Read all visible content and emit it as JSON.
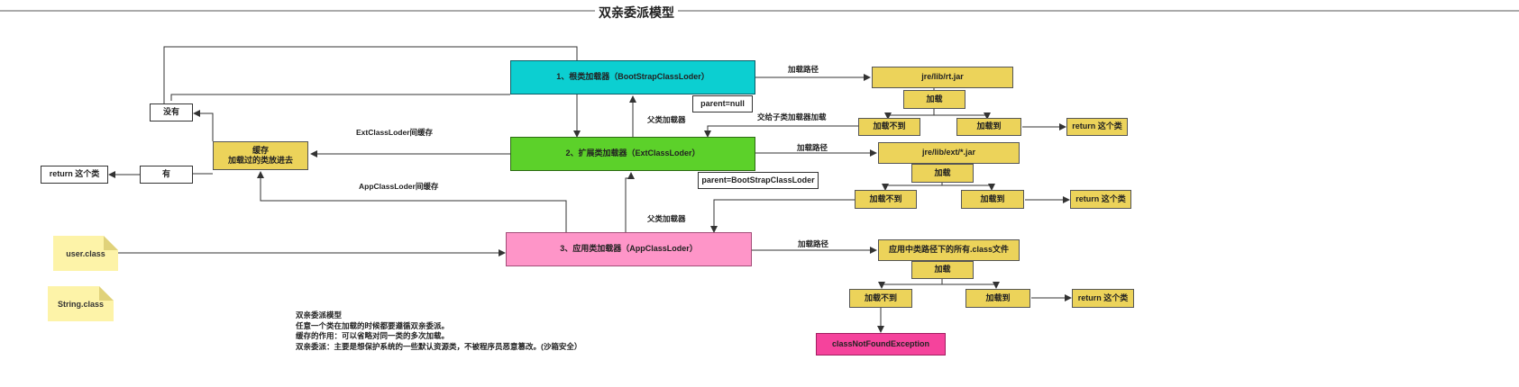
{
  "title": "双亲委派模型",
  "loaders": {
    "bootstrap": "1、根类加载器（BootStrapClassLoder）",
    "ext": "2、扩展类加载器（ExtClassLoder）",
    "app": "3、应用类加载器（AppClassLoder）"
  },
  "parent_null": "parent=null",
  "parent_bootstrap": "parent=BootStrapClassLoder",
  "cache": {
    "line1": "缓存",
    "line2": "加载过的类放进去"
  },
  "meiyou": "没有",
  "you": "有",
  "return_label": "return   这个类",
  "labels": {
    "load_path": "加载路径",
    "parent_loader": "父类加载器",
    "hand_to_child": "交给子类加载器加载",
    "ext_cache": "ExtClassLoder间缓存",
    "app_cache": "AppClassLoder间缓存"
  },
  "paths": {
    "rt": "jre/lib/rt.jar",
    "ext": "jre/lib/ext/*.jar",
    "app": "应用中类路径下的所有.class文件"
  },
  "load": "加载",
  "load_fail": "加载不到",
  "load_ok": "加载到",
  "exception": "classNotFoundException",
  "notes": {
    "user": "user.class",
    "string": "String.class"
  },
  "description": [
    "双亲委派模型",
    "任意一个类在加载的时候都要遵循双亲委派。",
    "缓存的作用：可以省略对同一类的多次加载。",
    "双亲委派：主要是想保护系统的一些默认资源类，不被程序员恶意篡改。(沙箱安全）"
  ],
  "colors": {
    "bootstrap": "#0ccfd1",
    "ext": "#5cd12a",
    "app": "#fe95c8",
    "yellow_box": "#ecd35a",
    "note": "#fdf3a8",
    "exception": "#f5439c"
  }
}
